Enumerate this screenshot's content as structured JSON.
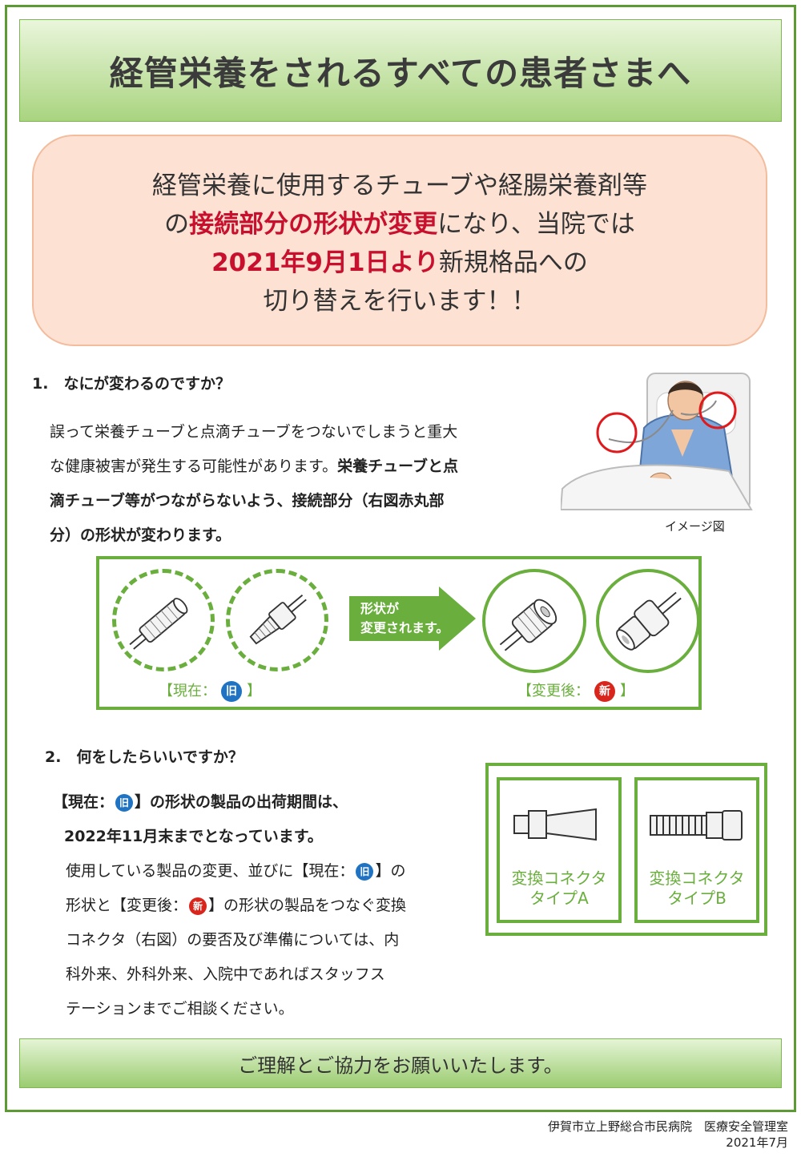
{
  "title": "経管栄養をされるすべての患者さまへ",
  "notice": {
    "line1": "経管栄養に使用するチューブや経腸栄養剤等",
    "line2_pre": "の",
    "line2_highlight": "接続部分の形状が変更",
    "line2_post": "になり、当院では",
    "line3_highlight": "2021年9月1日より",
    "line3_post": "新規格品への",
    "line4": "切り替えを行います！！"
  },
  "section1": {
    "heading": "1.　なにが変わるのですか？",
    "p1": "誤って栄養チューブと点滴チューブをつないでしまうと重大",
    "p2a": "な健康被害が発生する可能性があります。",
    "p2b": "栄養チューブと点",
    "p3": "滴チューブ等がつながらないよう、接続部分（右図赤丸部",
    "p4": "分）の形状が変わります。",
    "caption": "イメージ図"
  },
  "comparison": {
    "arrow_line1": "形状が",
    "arrow_line2": "変更されます。",
    "current_pre": "【現在：",
    "current_mark": "旧",
    "current_post": "】",
    "new_pre": "【変更後：",
    "new_mark": "新",
    "new_post": "】"
  },
  "section2": {
    "heading": "2.　何をしたらいいですか？",
    "b1_pre": "【現在：",
    "b1_mark": "旧",
    "b1_post": "】の形状の製品の出荷期間は、",
    "b2": "2022年11月末までとなっています。",
    "p1_pre": "使用している製品の変更、並びに【現在：",
    "p1_mark": "旧",
    "p1_post": "】の",
    "p2_pre": "形状と【変更後：",
    "p2_mark": "新",
    "p2_post": "】の形状の製品をつなぐ変換",
    "p3": "コネクタ（右図）の要否及び準備については、内",
    "p4": "科外来、外科外来、入院中であればスタッフス",
    "p5": "テーションまでご相談ください。"
  },
  "connectors": {
    "a_line1": "変換コネクタ",
    "a_line2": "タイプA",
    "b_line1": "変換コネクタ",
    "b_line2": "タイプB"
  },
  "footer": "ご理解とご協力をお願いいたします。",
  "org_name": "伊賀市立上野総合市民病院　医療安全管理室",
  "date": "2021年7月",
  "colors": {
    "green": "#6aaf3d",
    "red": "#c8102e",
    "blue_mark": "#1f73c2",
    "red_mark": "#d9261c"
  }
}
